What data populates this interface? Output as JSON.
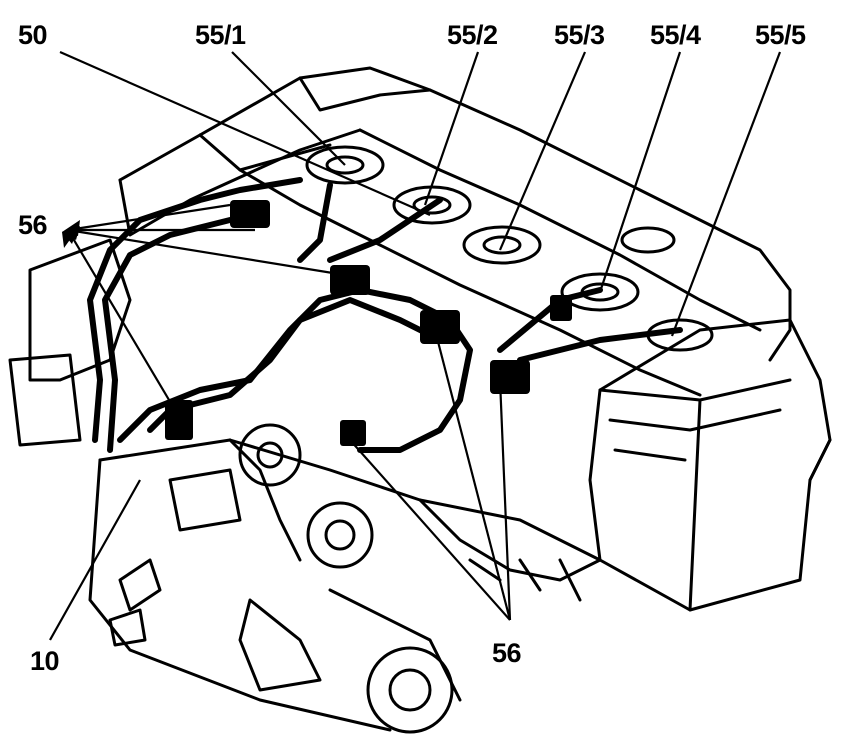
{
  "callouts": {
    "c50": "50",
    "c55_1": "55/1",
    "c55_2": "55/2",
    "c55_3": "55/3",
    "c55_4": "55/4",
    "c55_5": "55/5",
    "c56_left": "56",
    "c56_bottom": "56",
    "c10": "10"
  },
  "colors": {
    "ink": "#000000",
    "paper": "#ffffff"
  },
  "subject_icon": "engine-ignition-harness-illustration"
}
